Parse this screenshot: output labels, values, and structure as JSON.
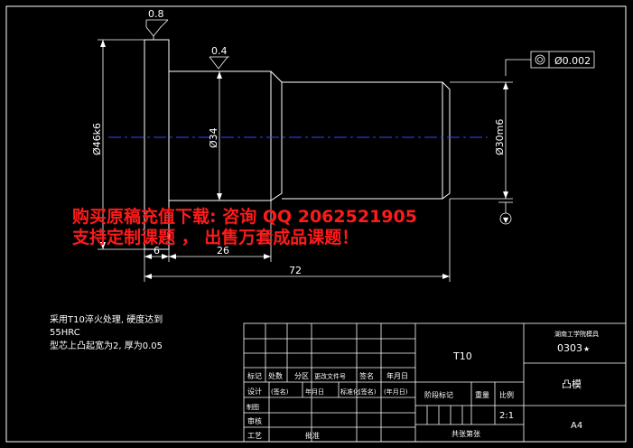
{
  "watermark": {
    "line1": "购买原稿充值下载: 咨询 QQ 2062521905",
    "line2": "支持定制课题 ， 出售万套成品课题！"
  },
  "dimensions": {
    "roughness_left": "0.8",
    "roughness_mid": "0.4",
    "tolerance_value": "Ø0.002",
    "dia_left": "Ø46k6",
    "dia_mid": "Ø34",
    "dia_right": "Ø30m6",
    "len_6": "6",
    "len_26": "26",
    "len_72": "72"
  },
  "notes": {
    "line1": "采用T10淬火处理, 硬度达到",
    "line2": "55HRC",
    "line3": "型芯上凸起宽为2, 厚为0.05"
  },
  "title_block": {
    "material": "T10",
    "school": "湖南工学院模具",
    "drawing_no": "0303",
    "drawing_no_suffix": "★",
    "part_name": "凸模",
    "scale_label": "比例",
    "scale_value": "2:1",
    "weight_label": "重量",
    "stage_label": "阶段标记",
    "sheet_label": "共张第张",
    "format": "A4",
    "h_mark": "标记",
    "h_count": "处数",
    "h_zone": "分区",
    "h_docno": "更改文件号",
    "h_sign": "签名",
    "h_date": "年月日",
    "r_design": "设计",
    "r_design_sign": "(签名)",
    "r_design_date": "年月日",
    "r_std": "标准化",
    "r_std_sign": "(签名)",
    "r_std_date": "(年月日)",
    "r_review": "审核",
    "r_process": "工艺",
    "r_approve": "批准",
    "r_drawn": "制图"
  }
}
